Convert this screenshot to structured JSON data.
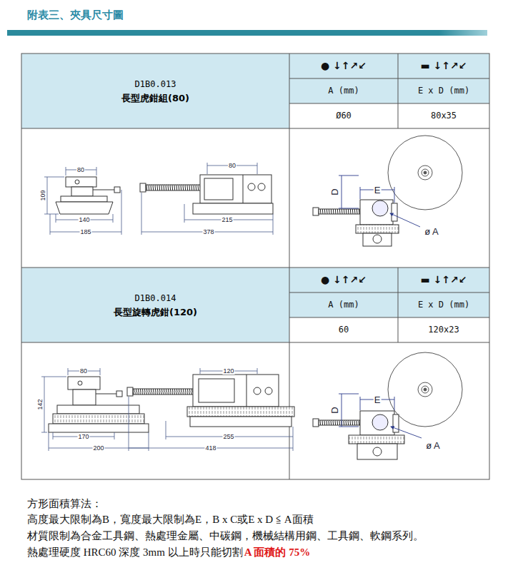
{
  "diagram": {
    "title": "附表三、夾具尺寸圖",
    "nodes": [
      {
        "text": [
          "D1B0.013",
          "長型虎鉗組(80)"
        ]
      },
      {
        "text": [
          "D1B0.014",
          "長型旋轉虎鉗(120)"
        ]
      }
    ],
    "labels": [
      "● ↓↑↗↙",
      "▬ ↓↑↗↙",
      "A (mm)",
      "E x D (mm)",
      "Ø60",
      "80x35",
      "80",
      "109",
      "140",
      "185",
      "80",
      "215",
      "378",
      "D",
      "E",
      "ø A",
      "● ↓↑↗↙",
      "▬ ↓↑↗↙",
      "A (mm)",
      "E x D (mm)",
      "60",
      "120x23",
      "80",
      "142",
      "170",
      "200",
      "120",
      "255",
      "418",
      "D",
      "E",
      "ø A",
      "方形面積算法：",
      "高度最大限制為B，寬度最大限制為E，B x C或E x D ≦ A面積",
      "材質限制為合金工具鋼、熱處理金屬、中碳鋼，機械結構用鋼、工具鋼、軟鋼系列。",
      "熱處理硬度 HRC60 深度 3mm 以上時只能切割",
      "A 面積的 75%"
    ]
  }
}
